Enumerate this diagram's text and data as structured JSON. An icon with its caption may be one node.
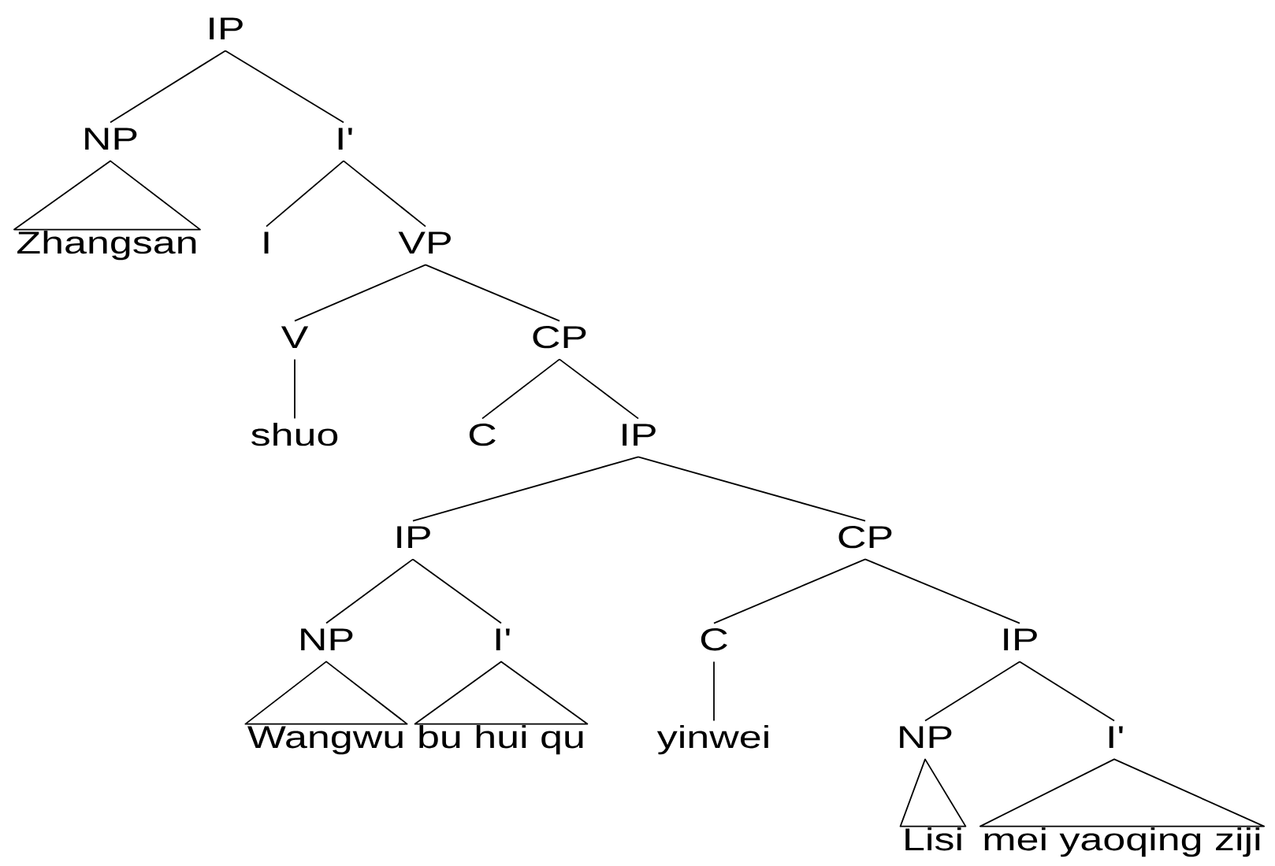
{
  "diagram": {
    "nodes": [
      {
        "text": [
          "IP"
        ]
      },
      {
        "text": [
          "NP"
        ]
      },
      {
        "text": [
          "I'"
        ]
      },
      {
        "text": [
          "Zhangsan"
        ]
      },
      {
        "text": [
          "I"
        ]
      },
      {
        "text": [
          "VP"
        ]
      },
      {
        "text": [
          "V"
        ]
      },
      {
        "text": [
          "CP"
        ]
      },
      {
        "text": [
          "shuo"
        ]
      },
      {
        "text": [
          "C"
        ]
      },
      {
        "text": [
          "IP"
        ]
      },
      {
        "text": [
          "IP"
        ]
      },
      {
        "text": [
          "CP"
        ]
      },
      {
        "text": [
          "NP"
        ]
      },
      {
        "text": [
          "I'"
        ]
      },
      {
        "text": [
          "C"
        ]
      },
      {
        "text": [
          "IP"
        ]
      },
      {
        "text": [
          "Wangwu"
        ]
      },
      {
        "text": [
          "bu hui qu"
        ]
      },
      {
        "text": [
          "yinwei"
        ]
      },
      {
        "text": [
          "NP"
        ]
      },
      {
        "text": [
          "I'"
        ]
      },
      {
        "text": [
          "Lisi"
        ]
      },
      {
        "text": [
          "mei yaoqing ziji"
        ]
      }
    ],
    "edges": [
      {
        "from": 0,
        "to": 1,
        "arrow": "none"
      },
      {
        "from": 0,
        "to": 2,
        "arrow": "none"
      },
      {
        "from": 1,
        "to": 3,
        "arrow": "none"
      },
      {
        "from": 2,
        "to": 4,
        "arrow": "none"
      },
      {
        "from": 2,
        "to": 5,
        "arrow": "none"
      },
      {
        "from": 5,
        "to": 6,
        "arrow": "none"
      },
      {
        "from": 5,
        "to": 7,
        "arrow": "none"
      },
      {
        "from": 6,
        "to": 8,
        "arrow": "none"
      },
      {
        "from": 7,
        "to": 9,
        "arrow": "none"
      },
      {
        "from": 7,
        "to": 10,
        "arrow": "none"
      },
      {
        "from": 10,
        "to": 11,
        "arrow": "none"
      },
      {
        "from": 10,
        "to": 12,
        "arrow": "none"
      },
      {
        "from": 11,
        "to": 13,
        "arrow": "none"
      },
      {
        "from": 11,
        "to": 14,
        "arrow": "none"
      },
      {
        "from": 12,
        "to": 15,
        "arrow": "none"
      },
      {
        "from": 12,
        "to": 16,
        "arrow": "none"
      },
      {
        "from": 13,
        "to": 17,
        "arrow": "none"
      },
      {
        "from": 14,
        "to": 18,
        "arrow": "none"
      },
      {
        "from": 15,
        "to": 19,
        "arrow": "none"
      },
      {
        "from": 16,
        "to": 20,
        "arrow": "none"
      },
      {
        "from": 16,
        "to": 21,
        "arrow": "none"
      },
      {
        "from": 20,
        "to": 22,
        "arrow": "none"
      },
      {
        "from": 21,
        "to": 23,
        "arrow": "none"
      }
    ]
  }
}
